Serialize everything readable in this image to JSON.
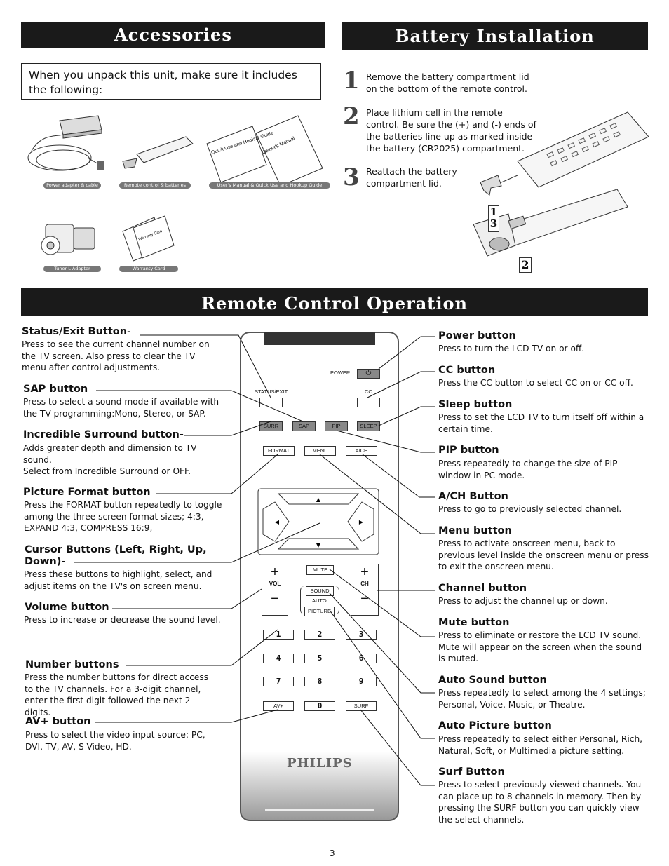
{
  "headers": {
    "accessories": "Accessories",
    "battery": "Battery Installation",
    "remote": "Remote Control Operation"
  },
  "intro": "When you unpack this unit, make sure it includes the following:",
  "accessories": [
    "Power adapter & cable",
    "Remote control & batteries",
    "User's Manual & Quick Use and Hookup Guide",
    "Tuner L-Adapter",
    "Warranty Card"
  ],
  "book_labels": {
    "quick": "Quick Use and Hookup Guide",
    "owner": "Owner's Manual",
    "warranty": "Warranty Card"
  },
  "battery_steps": [
    {
      "num": "1",
      "text": "Remove the battery compartment lid on the bottom of the remote control."
    },
    {
      "num": "2",
      "text": "Place lithium cell in the remote control. Be sure the (+) and (-) ends of the batteries line up as marked inside the battery (CR2025) compartment."
    },
    {
      "num": "3",
      "text": "Reattach the battery compartment lid."
    }
  ],
  "battery_diagram_marks": {
    "a": "1",
    "b": "3",
    "c": "2"
  },
  "left_items": [
    {
      "label": "Status/Exit Button",
      "suffix": "-",
      "desc": "Press to see the current channel number on the TV screen. Also press to clear the TV menu after control adjustments."
    },
    {
      "label": "SAP button",
      "desc": "Press to select a sound mode if available with the TV programming:Mono, Stereo, or SAP."
    },
    {
      "label": "Incredible Surround button-",
      "desc": "Adds greater depth and dimension to TV sound.\nSelect from Incredible Surround or OFF."
    },
    {
      "label": "Picture Format button",
      "desc": "Press the FORMAT button repeatedly to toggle among the three screen format sizes; 4:3, EXPAND 4:3,  COMPRESS 16:9,"
    },
    {
      "label": "Cursor Buttons (Left, Right, Up, Down)-",
      "desc": "Press these buttons to highlight, select, and adjust items on the TV's on screen menu."
    },
    {
      "label": "Volume button",
      "desc": "Press to increase or decrease the sound level."
    },
    {
      "label": "Number buttons",
      "desc": "Press the number buttons for direct access to the TV channels. For a 3-digit channel, enter the first digit followed the next 2 digits."
    },
    {
      "label": "AV+ button",
      "desc": "Press to select the video input source: PC, DVI, TV, AV, S-Video, HD."
    }
  ],
  "right_items": [
    {
      "label": "Power button",
      "desc": "Press to turn the LCD TV on or off."
    },
    {
      "label": "CC button",
      "desc": "Press the CC button to select CC on or CC off."
    },
    {
      "label": "Sleep button",
      "desc": "Press to set the LCD TV to turn itself off within a certain time."
    },
    {
      "label": "PIP button",
      "desc": "Press repeatedly to change the size of PIP window in PC mode."
    },
    {
      "label": "A/CH Button",
      "desc": "Press to go to previously selected channel."
    },
    {
      "label": "Menu button",
      "desc": "Press to activate onscreen menu, back to previous level inside the onscreen menu or press to exit the onscreen menu."
    },
    {
      "label": "Channel button",
      "desc": "Press to adjust the channel up or down."
    },
    {
      "label": "Mute button",
      "desc": "Press to eliminate or restore the LCD TV sound. Mute will appear on the screen when the sound is muted."
    },
    {
      "label": "Auto Sound button",
      "desc": "Press repeatedly to select among the 4 settings; Personal, Voice, Music, or Theatre."
    },
    {
      "label": "Auto Picture button",
      "desc": "Press repeatedly to select either Personal, Rich, Natural, Soft, or Multimedia picture setting."
    },
    {
      "label": "Surf Button",
      "desc": "Press to select previously viewed channels. You can place up to 8 channels in memory. Then by pressing the SURF button you can quickly view the select channels."
    }
  ],
  "remote": {
    "power": "POWER",
    "status": "STATUS/EXIT",
    "cc": "CC",
    "surr": "SURR",
    "sap": "SAP",
    "pip": "PIP",
    "sleep": "SLEEP",
    "format": "FORMAT",
    "menu": "MENU",
    "ach": "A/CH",
    "mute": "MUTE",
    "sound": "SOUND",
    "auto": "AUTO",
    "picture": "PICTURE",
    "vol": "VOL",
    "ch": "CH",
    "plus": "+",
    "minus": "−",
    "digits": [
      "1",
      "2",
      "3",
      "4",
      "5",
      "6",
      "7",
      "8",
      "9"
    ],
    "avplus": "AV+",
    "zero": "0",
    "surf": "SURF",
    "brand": "PHILIPS",
    "up": "▲",
    "down": "▼",
    "left": "◀",
    "right": "▶"
  },
  "page_number": "3"
}
